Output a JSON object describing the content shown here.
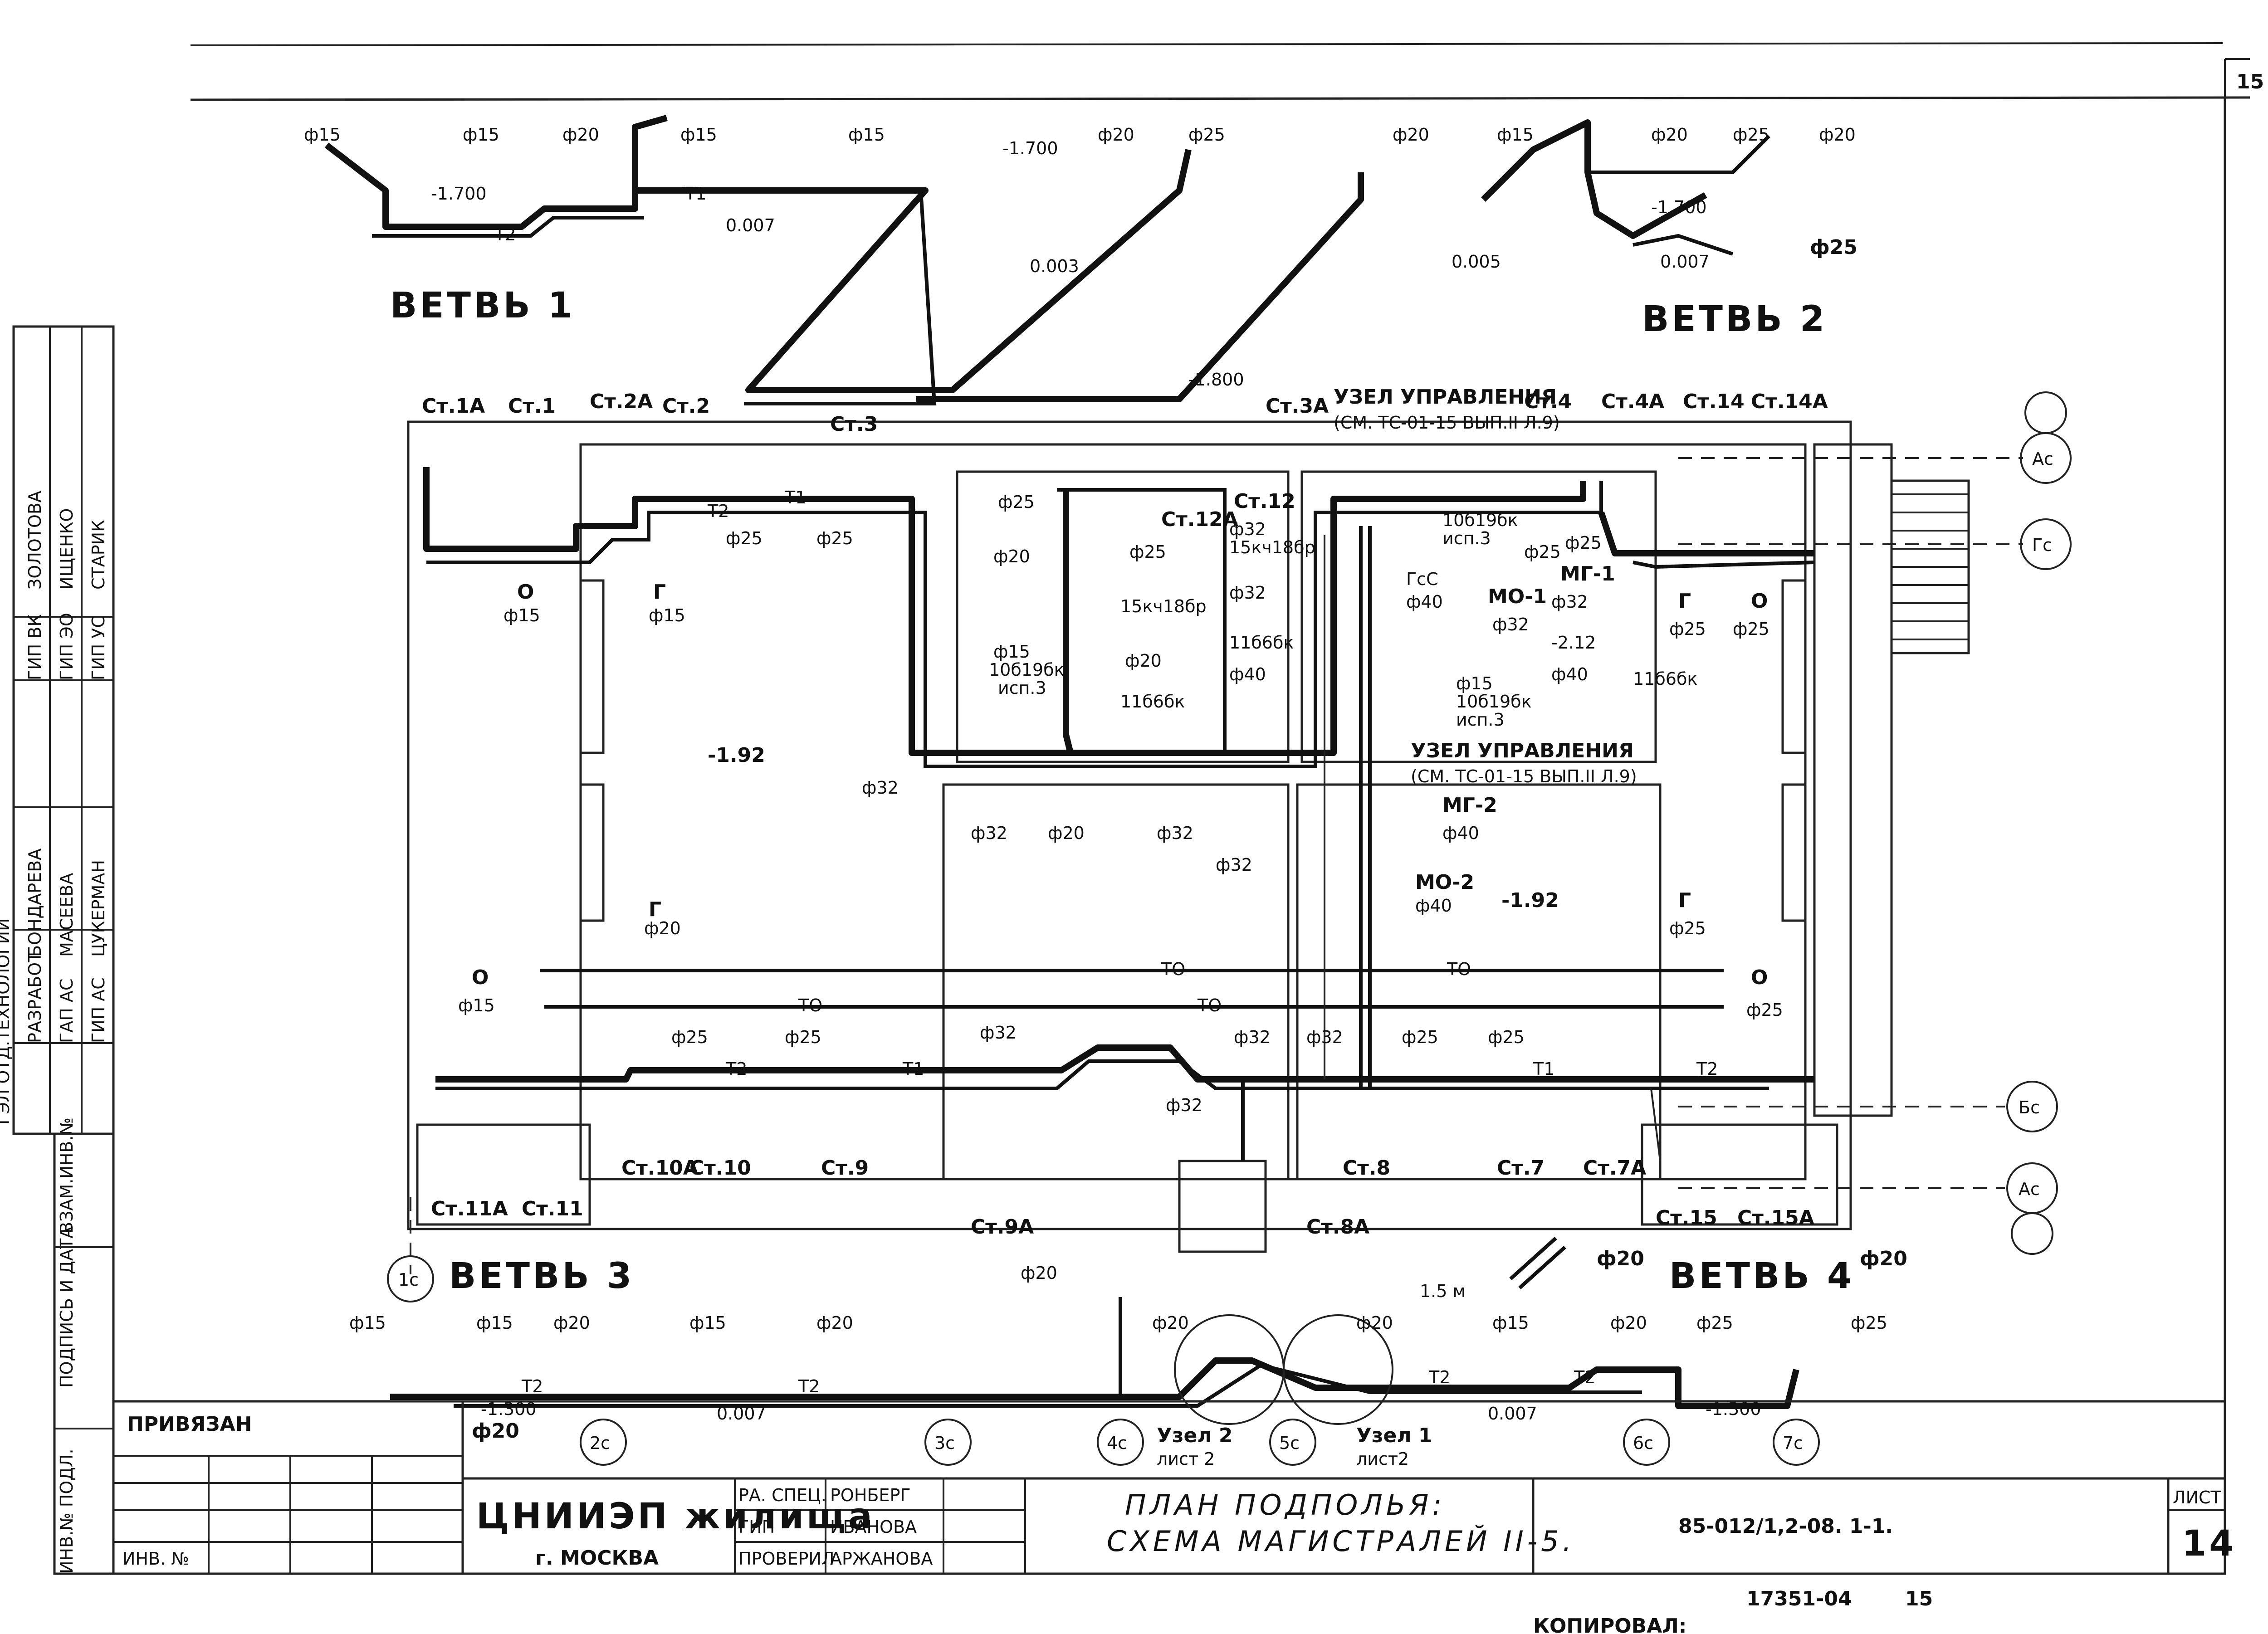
{
  "sheet": {
    "corner_number": "15",
    "branches": [
      "ВЕТВЬ 1",
      "ВЕТВЬ 2",
      "ВЕТВЬ 3",
      "ВЕТВЬ 4"
    ]
  },
  "risers_top": [
    "Ст.1А",
    "Ст.1",
    "Ст.2А",
    "Ст.2",
    "Ст.3",
    "Ст.3А",
    "Ст.4",
    "Ст.4А",
    "Ст.14",
    "Ст.14А",
    "Ст.12",
    "Ст.12А"
  ],
  "risers_bottom": [
    "Ст.11А",
    "Ст.11",
    "Ст.10А",
    "Ст.10",
    "Ст.9",
    "Ст.9А",
    "Ст.8А",
    "Ст.8",
    "Ст.7",
    "Ст.7А",
    "Ст.15",
    "Ст.15А"
  ],
  "pipe_codes": [
    "Т1",
    "Т2",
    "ТО"
  ],
  "nodes": {
    "control_1": [
      "УЗЕЛ УПРАВЛЕНИЯ",
      "(СМ. ТС-01-15 ВЫП.II Л.9)"
    ],
    "control_2": [
      "УЗЕЛ УПРАВЛЕНИЯ",
      "(СМ. ТС-01-15 ВЫП.II Л.9)"
    ],
    "uzel1": [
      "Узел 1",
      "лист2"
    ],
    "uzel2": [
      "Узел 2",
      "лист 2"
    ]
  },
  "diameters": {
    "d15": "ф15",
    "d20": "ф20",
    "d25": "ф25",
    "d32": "ф32",
    "d40": "ф40",
    "phi": "ф"
  },
  "valves": [
    "15кч18бр",
    "15кч18бр",
    "11б6бк",
    "11б6бк",
    "11б6бк",
    "10б19бк",
    "10б19бк",
    "исп.3"
  ],
  "mg": [
    "МГ-1",
    "МО-1",
    "МГ-2",
    "МО-2",
    "Г",
    "О",
    "ГсС"
  ],
  "levels": [
    "-1.700",
    "-1.800",
    "-1.92",
    "-2.12",
    "-1.300",
    "0.007",
    "0.005",
    "0.003",
    "1.5 м"
  ],
  "axes": {
    "rows": [
      "Ас",
      "Гс",
      "Бс",
      "Ас"
    ],
    "cols": [
      "1с",
      "2с",
      "3с",
      "4с",
      "5с",
      "6с",
      "7с"
    ]
  },
  "stamp_side": {
    "titles": [
      "ГИП ВК",
      "ГИП ЭО",
      "ГИП УС",
      "РАЗРАБОТ",
      "ГАП АС",
      "ГИП АС",
      "ГЭЛ ОТД.ТЕХНОЛОГИИ"
    ],
    "names": [
      "ЗОЛОТОВА",
      "ИЩЕНКО",
      "СТАРИК",
      "БОНДАРЕВА",
      "МАСЕЕВА",
      "ЦУКЕРМАН"
    ],
    "vertical": [
      "ИНВ.№ ПОДЛ.",
      "ПОДПИСЬ И ДАТА",
      "ВЗАМ.ИНВ.№"
    ]
  },
  "title_block": {
    "privyazan": "ПРИВЯЗАН",
    "inv": "ИНВ. №",
    "org": "ЦНИИЭП жилища",
    "city": "г. МОСКВА",
    "roles": [
      "РА. СПЕЦ.",
      "ГИП",
      "ПРОВЕРИЛ"
    ],
    "people": [
      "РОНБЕРГ",
      "ИВАНОВА",
      "АРЖАНОВА"
    ],
    "title_line1": "ПЛАН ПОДПОЛЬЯ:",
    "title_line2": "СХЕМА МАГИСТРАЛЕЙ II-5.",
    "code": "85-012/1,2-08. 1-1.",
    "list_label": "ЛИСТ",
    "list_num": "14",
    "footer_handwritten": "17351-04",
    "footer_num": "15",
    "footer_text": "КОПИРОВАЛ:"
  }
}
